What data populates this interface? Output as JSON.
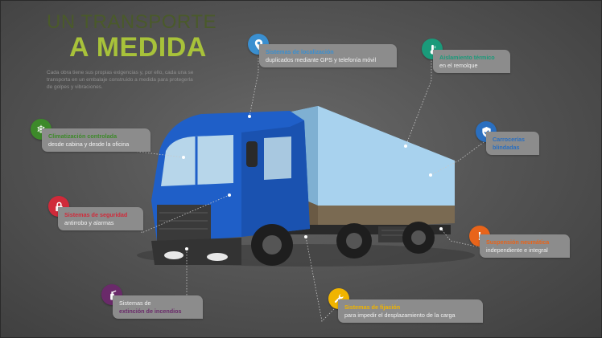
{
  "header": {
    "title_line1": "UN TRANSPORTE",
    "title_line2": "A MEDIDA",
    "intro": "Cada obra tiene sus propias exigencias y, por ello, cada una se transporta en un embalaje construido a medida para protegerla de golpes y vibraciones."
  },
  "features": {
    "localizacion": {
      "title": "Sistemas de localización",
      "desc": "duplicados mediante GPS y telefonía móvil",
      "color": "#3a8fd0",
      "icon": "location-pin-icon"
    },
    "aislamiento": {
      "title": "Aislamiento térmico",
      "desc": "en el remolque",
      "color": "#1a9a7a",
      "icon": "thermometer-icon"
    },
    "climatizacion": {
      "title": "Climatización controlada",
      "desc": "desde cabina y desde la oficina",
      "color": "#3d8a2a",
      "icon": "snowflake-icon"
    },
    "carrocerias": {
      "title": "Carrocerías blindadas",
      "desc": "",
      "color": "#2a6fc0",
      "icon": "shield-check-icon"
    },
    "seguridad": {
      "title": "Sistemas de seguridad",
      "desc": "antirrobo y alarmas",
      "color": "#d02a3a",
      "icon": "padlock-icon"
    },
    "suspension": {
      "title": "Suspensión neumática",
      "desc": "independiente e integral",
      "color": "#e8641a",
      "icon": "exclamation-icon"
    },
    "incendios": {
      "title_line1": "Sistemas de",
      "title_line2": "extinción de incendios",
      "color": "#6a2a6a",
      "icon": "fire-extinguisher-icon"
    },
    "fijacion": {
      "title": "Sistemas de fijación",
      "desc": "para impedir el desplazamiento de la carga",
      "color": "#f0b400",
      "icon": "wrench-icon"
    }
  }
}
